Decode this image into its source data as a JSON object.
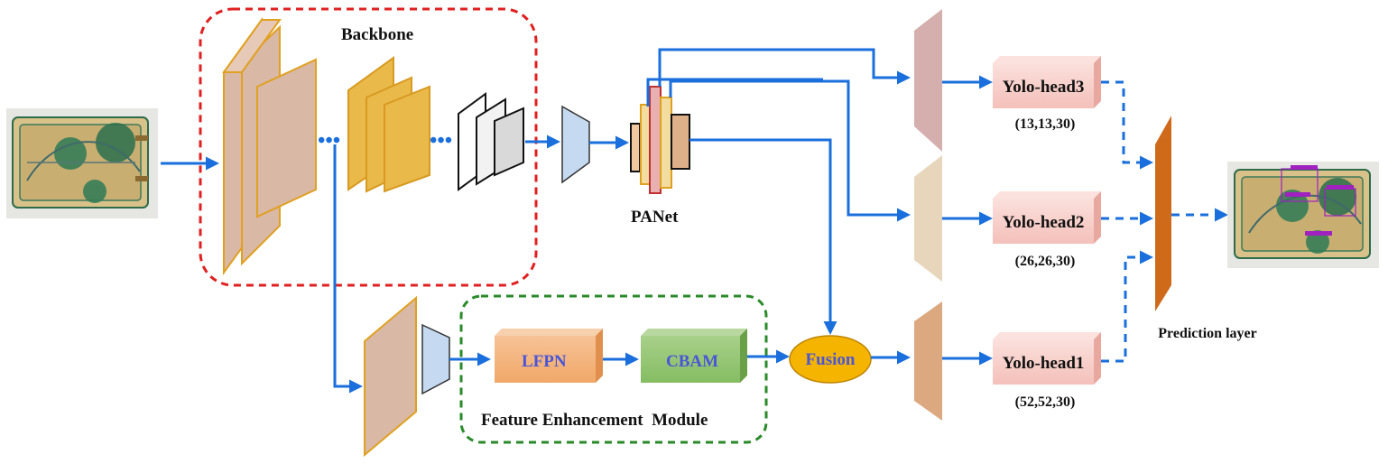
{
  "labels": {
    "backbone": "Backbone",
    "panet": "PANet",
    "lfpn": "LFPN",
    "cbam": "CBAM",
    "fusion": "Fusion",
    "fem": "Feature Enhancement  Module",
    "prediction": "Prediction layer"
  },
  "heads": [
    {
      "name": "Yolo-head3",
      "shape": "(13,13,30)"
    },
    {
      "name": "Yolo-head2",
      "shape": "(26,26,30)"
    },
    {
      "name": "Yolo-head1",
      "shape": "(52,52,30)"
    }
  ],
  "colors": {
    "arrow": "#1a6fdc",
    "backbone_border": "#e02020",
    "fem_border": "#2a8a2a",
    "layer_fill": "#d9b8a6",
    "layer_edge": "#e0a020",
    "yellow_fill": "#e9b94a",
    "head_fill": "#f8d0cc",
    "prediction_fill": "#cf6a1a",
    "fusion_fill": "#f4b400"
  },
  "images": {
    "input": "xray-baggage-image",
    "output": "xray-baggage-detections"
  }
}
